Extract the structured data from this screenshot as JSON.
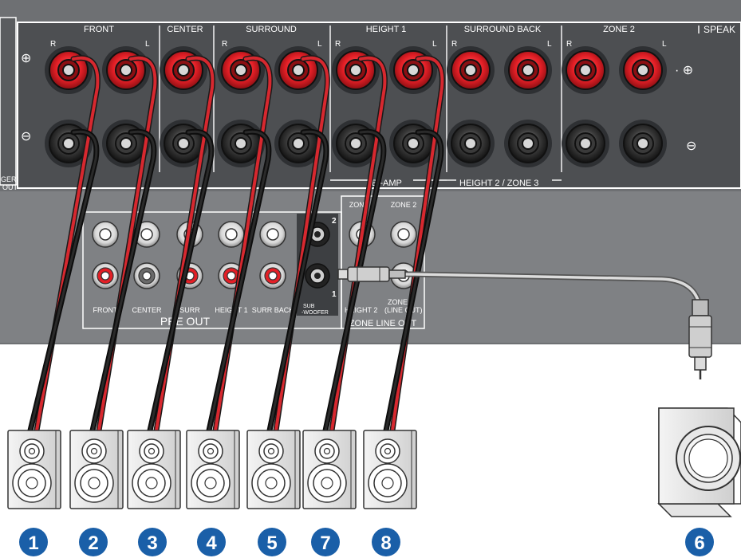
{
  "speaker_section": {
    "group_labels": [
      "FRONT",
      "CENTER",
      "SURROUND",
      "HEIGHT 1",
      "SURROUND BACK",
      "ZONE 2"
    ],
    "panel_title": "SPEAK",
    "channel_r": "R",
    "channel_l": "L",
    "plus_symbol": "⊕",
    "minus_symbol": "⊖",
    "plus_right": "· ⊕",
    "biamp_label": "BI-AMP",
    "height2_zone3_label": "HEIGHT 2 / ZONE 3",
    "left_edge_label_1": "GER",
    "left_edge_label_2": "OUT"
  },
  "preout_section": {
    "title": "PRE OUT",
    "column_labels": [
      "FRONT",
      "CENTER",
      "SURR",
      "HEIGHT 1",
      "SURR BACK"
    ],
    "subwoofer_label_1": "SUB",
    "subwoofer_label_2": "-WOOFER",
    "sub_port_top": "2",
    "sub_port_bottom": "1",
    "zone3_label": "ZONE 3",
    "zone2_label": "ZONE 2",
    "zone_height2": "HEIGHT 2",
    "zone_line_out_1": "ZONE 2",
    "zone_line_out_2": "(LINE OUT)",
    "zone_section_title": "ZONE LINE OUT"
  },
  "speakers": [
    "1",
    "2",
    "3",
    "4",
    "5",
    "7",
    "8"
  ],
  "subwoofer_number": "6",
  "colors": {
    "panel_dark": "#4d4f52",
    "panel_light": "#808285",
    "terminal_red": "#e31f26",
    "cable_red": "#d7282f",
    "cable_black": "#1a1a1a",
    "number_circle": "#1a5fa8"
  }
}
